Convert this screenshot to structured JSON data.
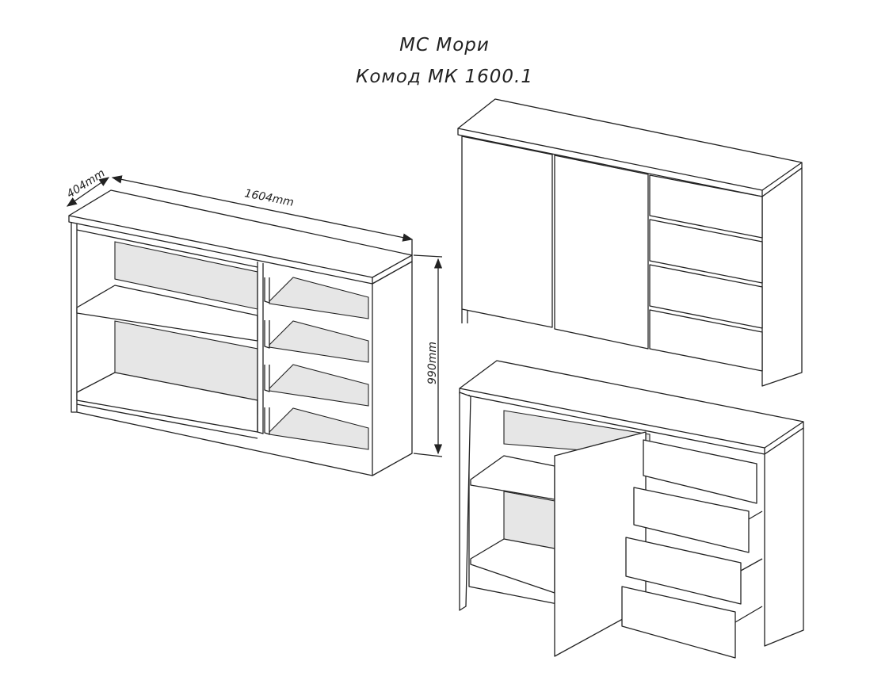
{
  "header": {
    "line1": "МС Мори",
    "line2": "Комод МК 1600.1"
  },
  "dimensions": {
    "depth": "404mm",
    "width": "1604mm",
    "height": "990mm"
  }
}
